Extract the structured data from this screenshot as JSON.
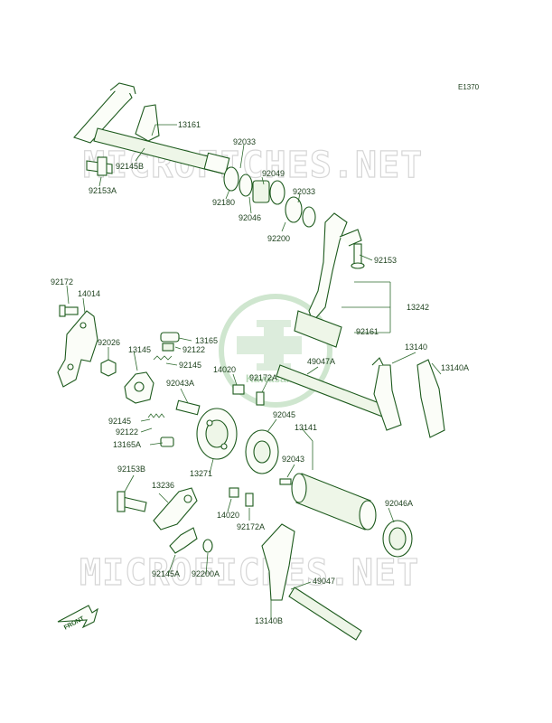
{
  "diagram_code": "E1370",
  "watermark": "MICROFICHES.NET",
  "logo_text": "Kawasaki",
  "front_label": "FRONT",
  "parts": {
    "p13161": "13161",
    "p92145B": "92145B",
    "p92153A": "92153A",
    "p92033a": "92033",
    "p92049": "92049",
    "p92033b": "92033",
    "p92180": "92180",
    "p92046": "92046",
    "p92200": "92200",
    "p92153": "92153",
    "p92172": "92172",
    "p14014": "14014",
    "p13242": "13242",
    "p13165": "13165",
    "p92122a": "92122",
    "p92026": "92026",
    "p13145": "13145",
    "p92145": "92145",
    "p92161": "92161",
    "p13140": "13140",
    "p49047A": "49047A",
    "p14020a": "14020",
    "p92172A": "92172A",
    "p13140A": "13140A",
    "p92043A": "92043A",
    "p92045": "92045",
    "p92145b2": "92145",
    "p92122b": "92122",
    "p13165A": "13165A",
    "p13141": "13141",
    "p92043": "92043",
    "p13271": "13271",
    "p92153B": "92153B",
    "p13236": "13236",
    "p92046A": "92046A",
    "p14020b": "14020",
    "p92172A2": "92172A",
    "p92145A": "92145A",
    "p92200A": "92200A",
    "p49047": "49047",
    "p13140B": "13140B"
  }
}
